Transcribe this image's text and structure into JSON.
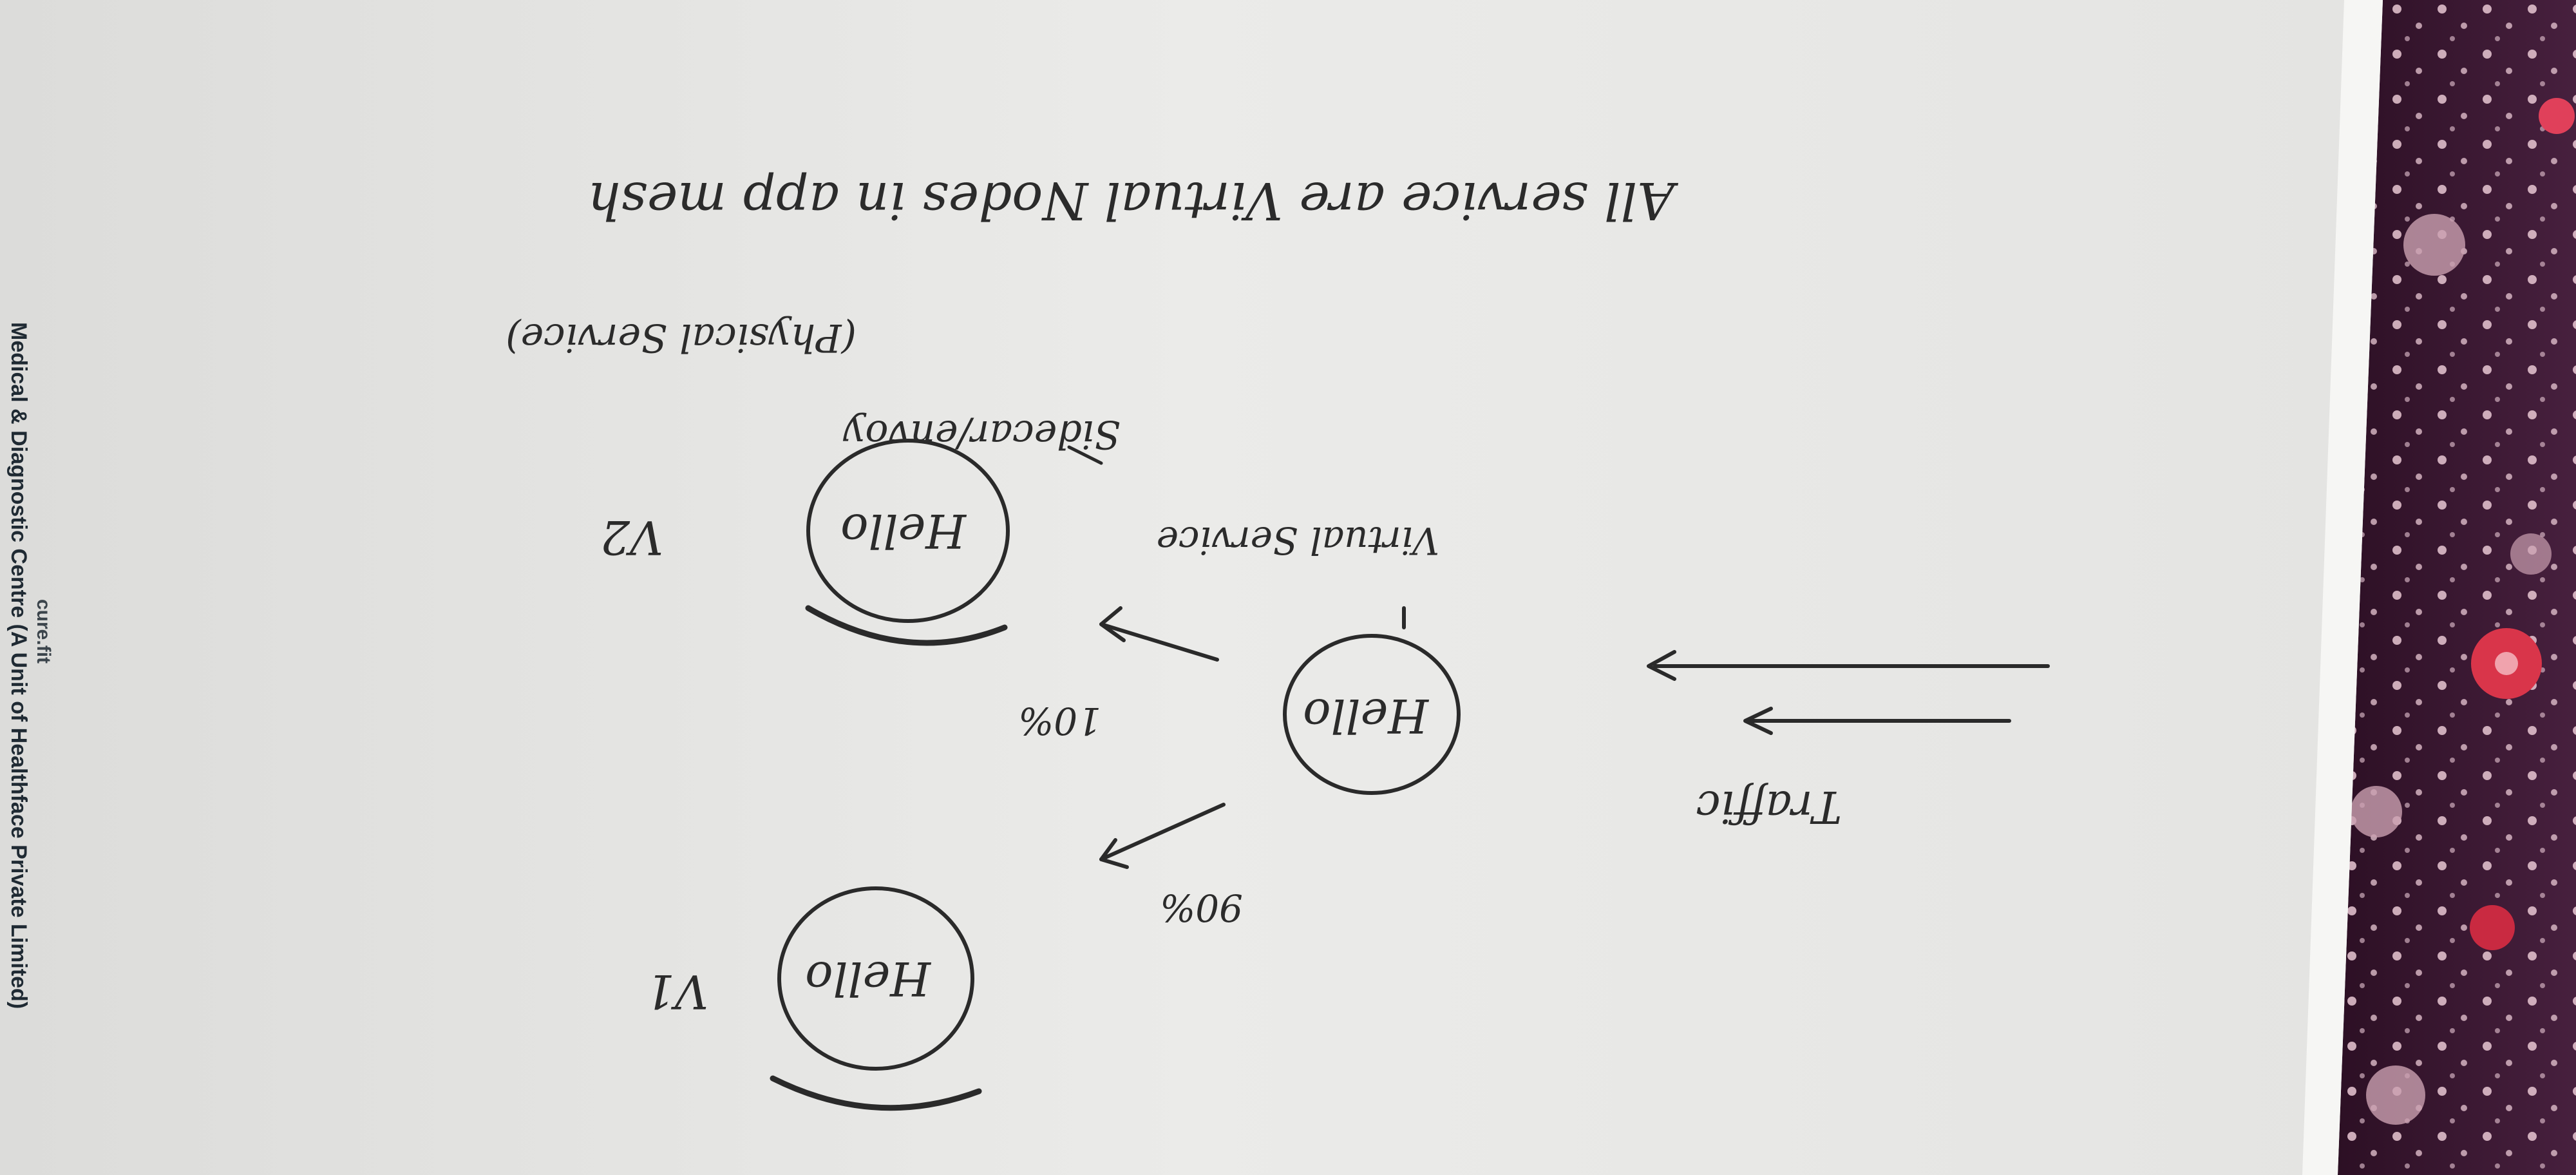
{
  "notes": {
    "heading": "All service are Virtual Nodes in app mesh",
    "traffic_label": "Traffic",
    "virtual_service_label": "Virtual Service",
    "virtual_service_node": "Hello",
    "split_v2_label": "10%",
    "split_v1_label": "90%",
    "sidecar_label": "Sidecar/envoy",
    "physical_service_label": "(Physical Service)",
    "v2_label": "V2",
    "v1_label": "V1",
    "v2_node": "Hello",
    "v1_node": "Hello"
  },
  "letterhead": {
    "line1": "Medical & Diagnostic Centre (A Unit of Healthface Private Limited)",
    "line2": "cure.fit"
  },
  "colors": {
    "ink": "#2a2a2a",
    "paper": "#e9e9e7",
    "fabric": "#3a1530",
    "fabric_dots": "#e8c7d3",
    "fabric_flower": "#d9354a"
  }
}
